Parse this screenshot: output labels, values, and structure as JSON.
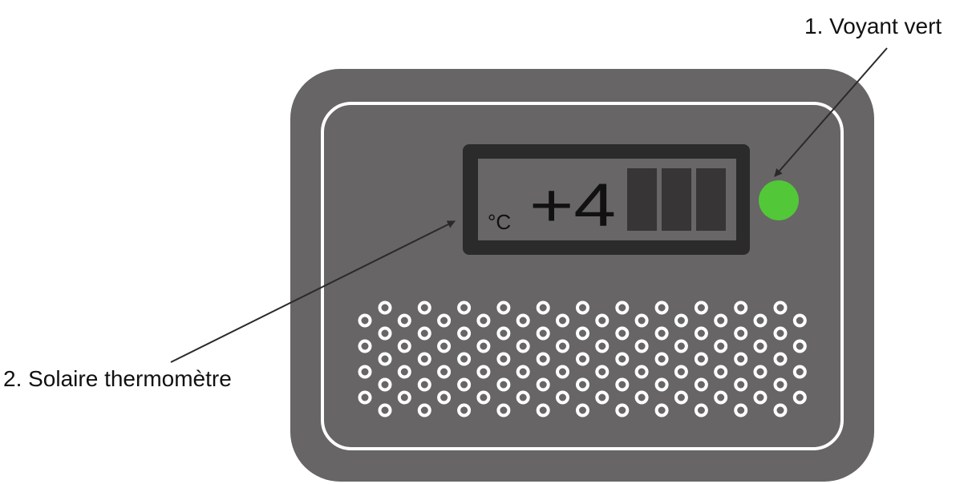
{
  "callouts": {
    "green_light": {
      "number": "1.",
      "label": "Voyant vert",
      "full": "1. Voyant vert"
    },
    "thermometer": {
      "number": "2.",
      "label": "Solaire thermomètre",
      "full": "2. Solaire thermomètre"
    }
  },
  "display": {
    "unit": "°C",
    "value": "+4",
    "segment_blocks": 3
  },
  "colors": {
    "device_body": "#676565",
    "inner_border": "#ffffff",
    "lcd_frame": "#2c2b2b",
    "lcd_screen": "#686666",
    "lcd_blocks": "#383536",
    "indicator_led": "#52c738",
    "vent_holes": "#ffffff",
    "arrow": "#2a2a2a"
  },
  "vent": {
    "columns_odd": 11,
    "columns_even": 12,
    "rows": 9
  }
}
